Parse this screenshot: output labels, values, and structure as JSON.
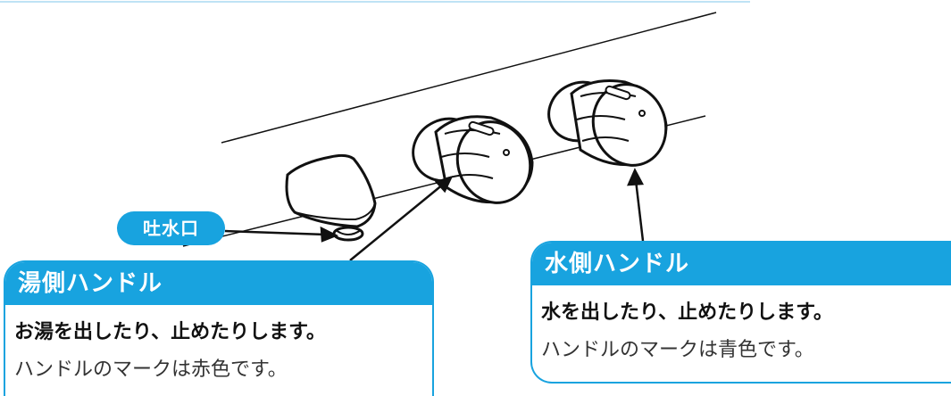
{
  "spout_label": "吐水口",
  "hot_handle": {
    "title": "湯側ハンドル",
    "line1": "お湯を出したり、止めたりします。",
    "line2": "ハンドルのマークは赤色です。"
  },
  "cold_handle": {
    "title": "水側ハンドル",
    "line1": "水を出したり、止めたりします。",
    "line2": "ハンドルのマークは青色です。"
  },
  "colors": {
    "accent": "#18a3df",
    "line": "#111111"
  }
}
